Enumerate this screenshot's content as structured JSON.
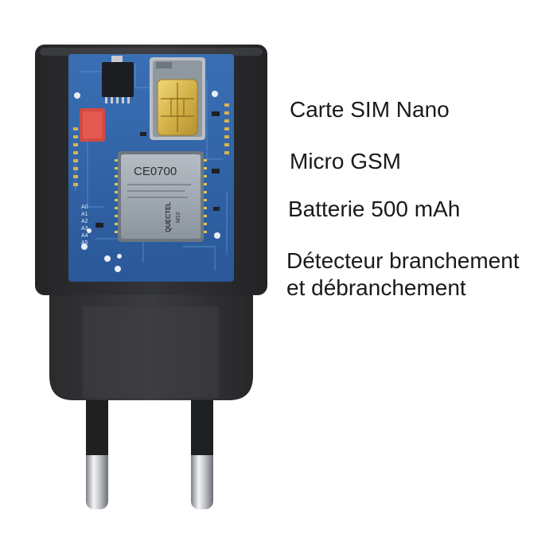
{
  "features": {
    "sim": "Carte SIM Nano",
    "gsm": "Micro GSM",
    "battery": "Batterie 500 mAh",
    "detector_line1": "Détecteur branchement",
    "detector_line2": "et débranchement"
  },
  "chip_labels": {
    "ce_mark": "CE0700",
    "brand": "QUECTEL",
    "model": "M10"
  },
  "pin_labels": [
    "A0",
    "A1",
    "A2",
    "A3",
    "A4",
    "A5"
  ],
  "colors": {
    "housing": "#2b2c2e",
    "pcb": "#2f62a6",
    "sim_gold": "#d4b24a",
    "module": "#9aa3ab",
    "prong": "#c9ccd0",
    "label_text": "#1a1a1a"
  }
}
